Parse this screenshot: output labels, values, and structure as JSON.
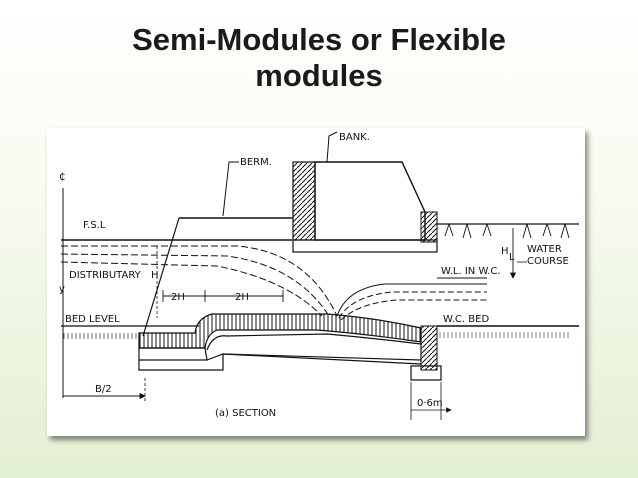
{
  "slide": {
    "title_line1": "Semi-Modules or Flexible",
    "title_line2": "modules"
  },
  "diagram": {
    "labels": {
      "bank": "BANK.",
      "berm": "BERM.",
      "fsl": "F.S.L",
      "distributary": "DISTRIBUTARY",
      "y": "y",
      "h_top": "H",
      "bed_level": "BED LEVEL",
      "two_h_1": "2H",
      "two_h_2": "2H",
      "wl_in_wc": "W.L. IN W.C.",
      "hl": "H",
      "hl_sub": "L",
      "water_course_1": "WATER",
      "water_course_2": "COURSE",
      "wc_bed": "W.C. BED",
      "b_over_2": "B/2",
      "section": "(a) SECTION",
      "dim_06m": "0·6m",
      "cl_symbol": "₵"
    }
  }
}
